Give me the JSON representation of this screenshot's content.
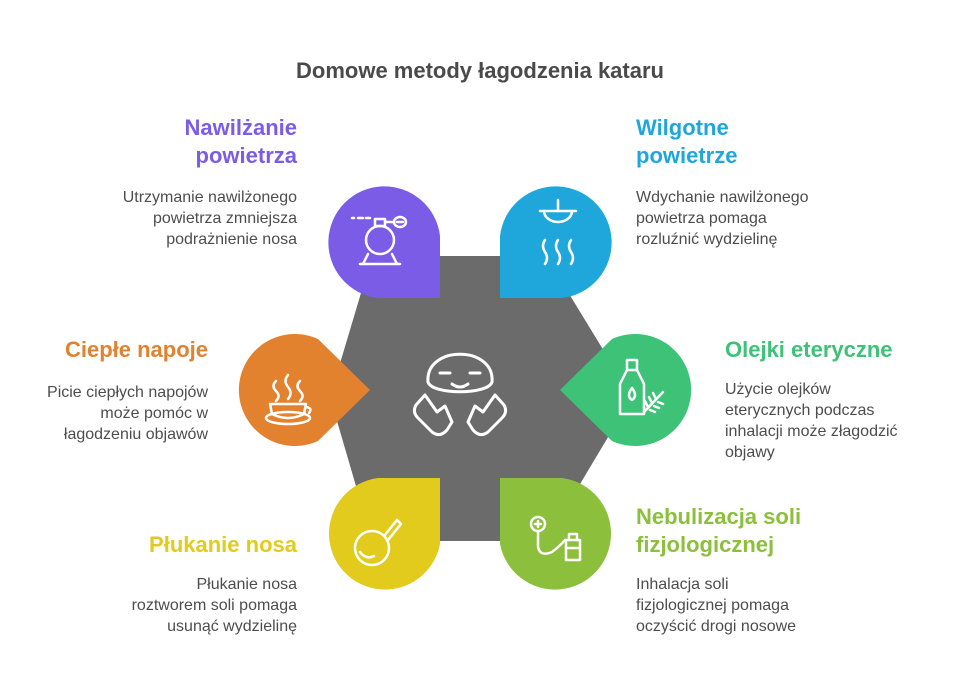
{
  "title": "Domowe metody łagodzenia kataru",
  "items": [
    {
      "heading_lines": [
        "Nawilżanie",
        "powietrza"
      ],
      "desc_lines": [
        "Utrzymanie nawilżonego",
        "powietrza zmniejsza",
        "podrażnienie nosa"
      ],
      "color": "#7b5ce6",
      "icon": "perfume-atomizer-icon"
    },
    {
      "heading_lines": [
        "Wilgotne",
        "powietrze"
      ],
      "desc_lines": [
        "Wdychanie nawilżonego",
        "powietrza pomaga",
        "rozluźnić wydzielinę"
      ],
      "color": "#1fa7dc",
      "icon": "steam-bowl-icon"
    },
    {
      "heading_lines": [
        "Ciepłe napoje"
      ],
      "desc_lines": [
        "Picie ciepłych napojów",
        "może pomóc w",
        "łagodzeniu objawów"
      ],
      "color": "#e2822f",
      "icon": "hot-cup-icon"
    },
    {
      "heading_lines": [
        "Olejki eteryczne"
      ],
      "desc_lines": [
        "Użycie olejków",
        "eterycznych podczas",
        "inhalacji może złagodzić",
        "objawy"
      ],
      "color": "#3dc278",
      "icon": "oil-bottle-herb-icon"
    },
    {
      "heading_lines": [
        "Płukanie nosa"
      ],
      "desc_lines": [
        "Płukanie nosa",
        "roztworem soli pomaga",
        "usunąć wydzielinę"
      ],
      "color": "#e2cb1c",
      "icon": "nasal-bulb-icon"
    },
    {
      "heading_lines": [
        "Nebulizacja soli",
        "fizjologicznej"
      ],
      "desc_lines": [
        "Inhalacja soli",
        "fizjologicznej pomaga",
        "oczyścić drogi nosowe"
      ],
      "color": "#8cbf3c",
      "icon": "nebulizer-icon"
    }
  ],
  "center_color": "#6b6b6b",
  "center_icon": "happy-face-hands-icon"
}
